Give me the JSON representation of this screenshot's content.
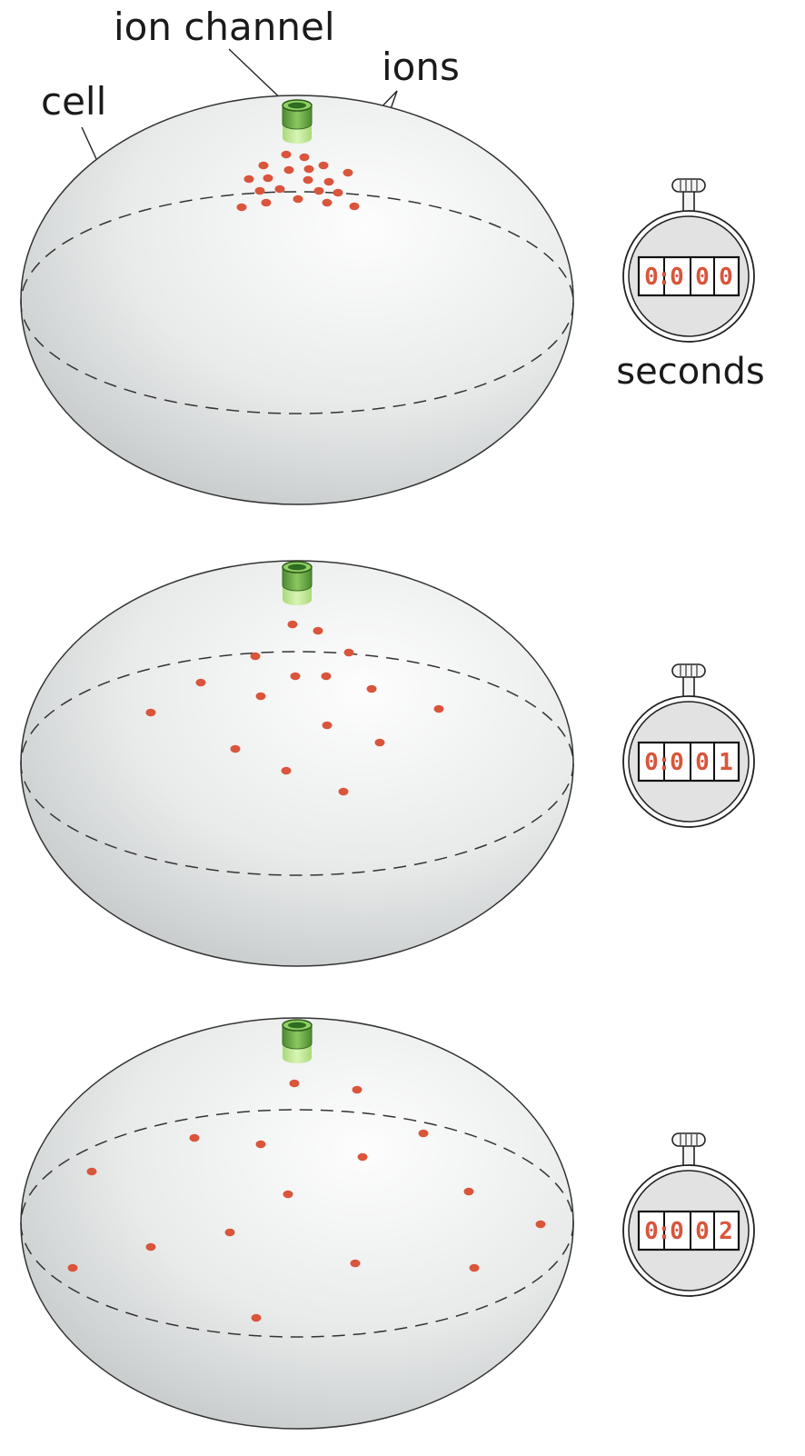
{
  "labels": {
    "ion_channel": "ion channel",
    "ions": "ions",
    "cell": "cell",
    "seconds": "seconds"
  },
  "colors": {
    "ion": "#d9553b",
    "digit": "#d9553b",
    "cell_fill_light": "#fbfbfb",
    "cell_fill_dark": "#c9cccc",
    "channel_dark": "#5b9a3c",
    "channel_light": "#c7ec9a",
    "stopwatch_face": "#e2e2e2"
  },
  "panels": [
    {
      "stopwatch_digits": [
        "0",
        ":",
        "0",
        "0",
        "0"
      ]
    },
    {
      "stopwatch_digits": [
        "0",
        ":",
        "0",
        "0",
        "1"
      ]
    },
    {
      "stopwatch_digits": [
        "0",
        ":",
        "0",
        "0",
        "2"
      ]
    }
  ]
}
